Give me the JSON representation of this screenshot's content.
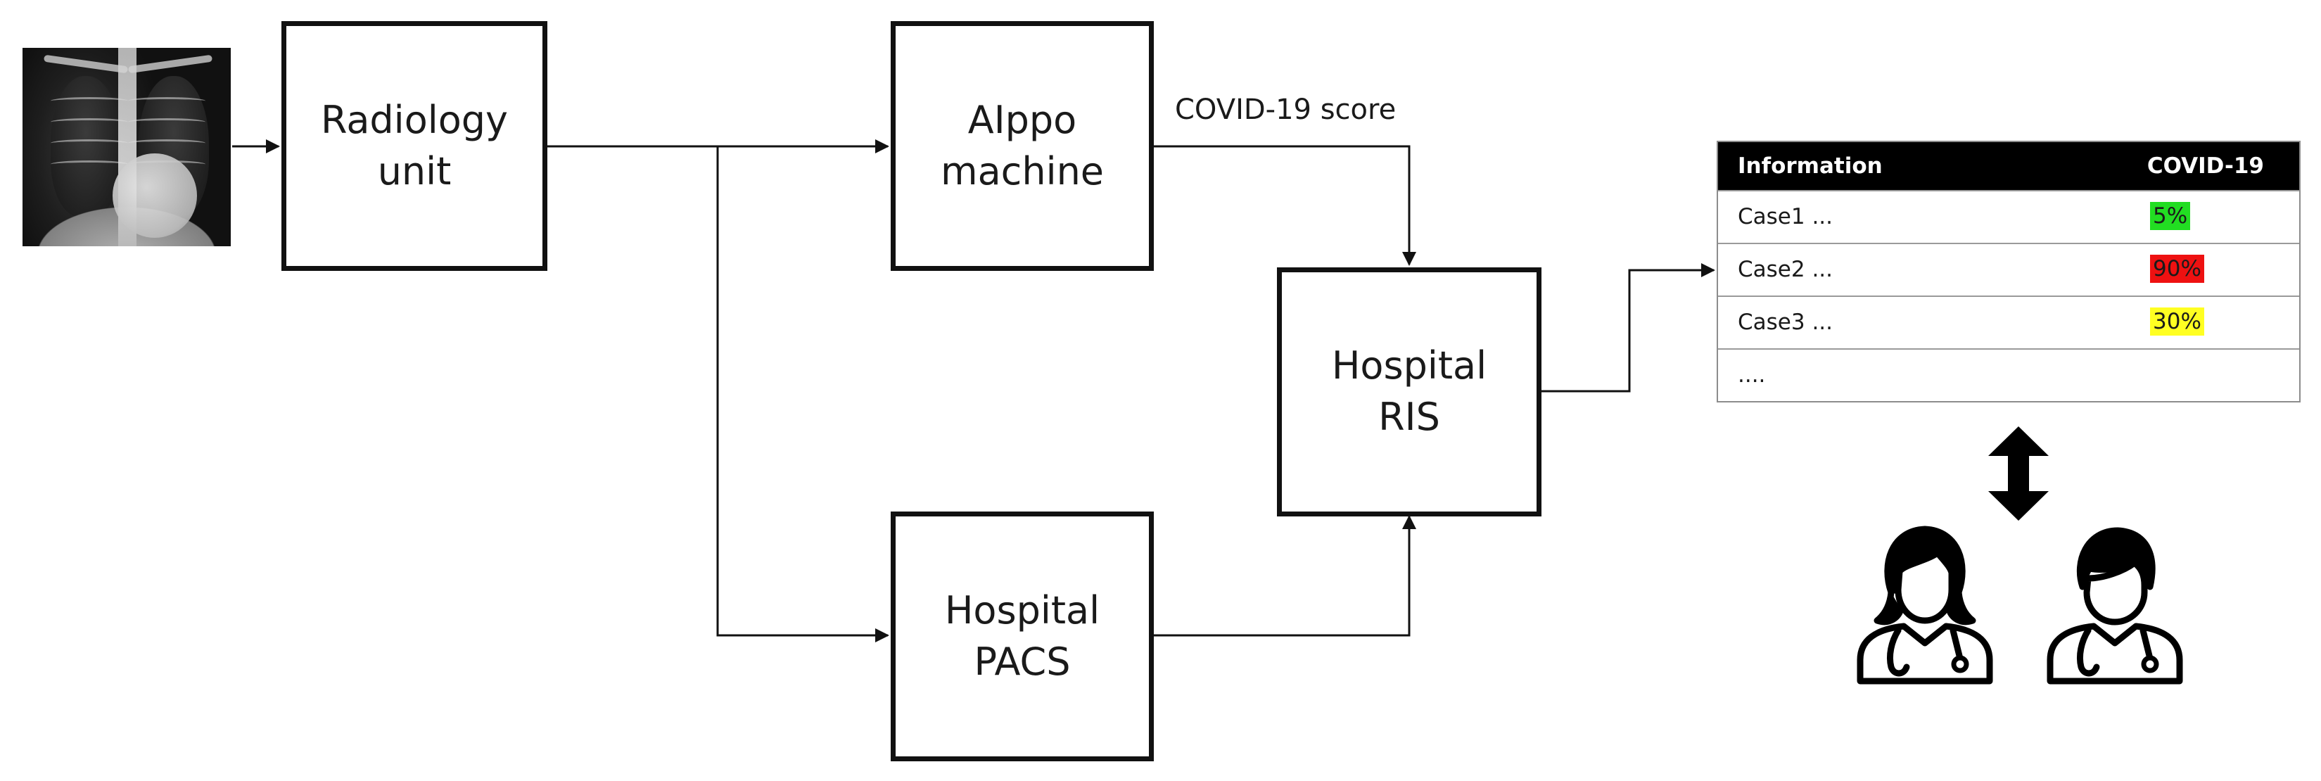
{
  "nodes": {
    "radiology": "Radiology\nunit",
    "aippo": "AIppo\nmachine",
    "ris": "Hospital\nRIS",
    "pacs": "Hospital\nPACS"
  },
  "edges": {
    "covid_score_label": "COVID-19 score"
  },
  "table": {
    "headers": [
      "Information",
      "COVID-19"
    ],
    "rows": [
      {
        "case": "Case1 ...",
        "score": "5%",
        "color": "#22dd22"
      },
      {
        "case": "Case2 ...",
        "score": "90%",
        "color": "#ee1111"
      },
      {
        "case": "Case3 ...",
        "score": "30%",
        "color": "#ffff22"
      },
      {
        "case": "....",
        "score": "",
        "color": ""
      }
    ]
  },
  "icons": {
    "xray": "chest-xray-image",
    "updown": "double-arrow-icon",
    "doctor_female": "female-doctor-icon",
    "doctor_male": "male-doctor-icon"
  }
}
